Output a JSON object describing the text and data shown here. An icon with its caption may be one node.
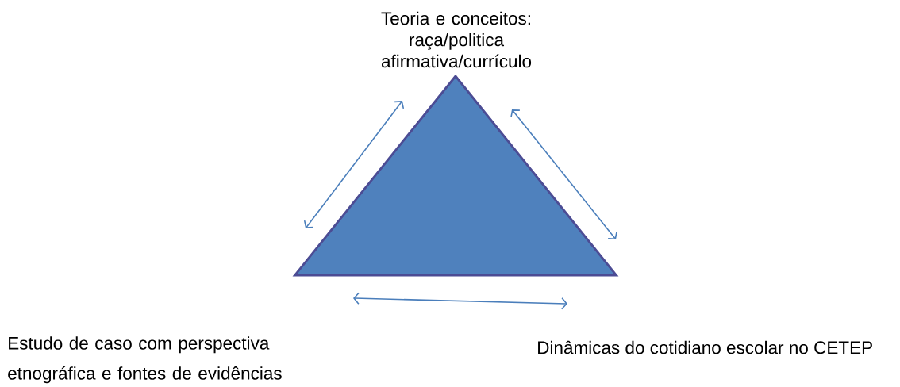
{
  "diagram": {
    "nodes": [
      {
        "text": [],
        "shape": "triangle"
      },
      {
        "text": [
          "Teoria e conceitos: raça/politica afirmativa/currículo"
        ]
      },
      {
        "text": [
          "Estudo de caso com perspectiva etnográfica e fontes de evidências"
        ]
      },
      {
        "text": [
          "Dinâmicas do cotidiano escolar no CETEP"
        ]
      }
    ]
  }
}
